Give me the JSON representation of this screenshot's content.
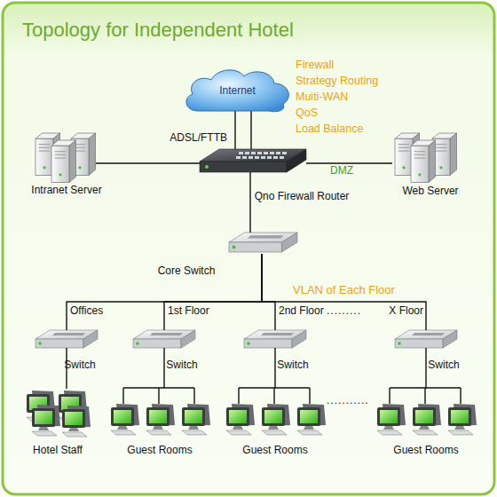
{
  "diagram": {
    "title": "Topology for Independent Hotel",
    "nodes": [
      {
        "text": [
          "Internet"
        ]
      },
      {
        "text": [
          "Intranet Server"
        ]
      },
      {
        "text": [
          "Qno Firewall Router"
        ]
      },
      {
        "text": [
          "Web Server"
        ]
      },
      {
        "text": [
          "Core Switch"
        ]
      },
      {
        "text": [
          "Switch"
        ]
      },
      {
        "text": [
          "Switch"
        ]
      },
      {
        "text": [
          "Switch"
        ]
      },
      {
        "text": [
          "Switch"
        ]
      },
      {
        "text": [
          "Hotel Staff"
        ]
      },
      {
        "text": [
          "Guest Rooms"
        ]
      },
      {
        "text": [
          "Guest Rooms"
        ]
      },
      {
        "text": [
          "Guest Rooms"
        ]
      }
    ],
    "edges": [
      {
        "from": 0,
        "to": 2,
        "arrow": "none",
        "label": "ADSL/FTTB"
      },
      {
        "from": 0,
        "to": 2,
        "arrow": "none"
      },
      {
        "from": 1,
        "to": 2,
        "arrow": "none"
      },
      {
        "from": 2,
        "to": 3,
        "arrow": "none",
        "label": "DMZ"
      },
      {
        "from": 2,
        "to": 4,
        "arrow": "none"
      },
      {
        "from": 4,
        "to": 5,
        "arrow": "none",
        "label": "Offices"
      },
      {
        "from": 4,
        "to": 6,
        "arrow": "none",
        "label": "1st Floor"
      },
      {
        "from": 4,
        "to": 7,
        "arrow": "none",
        "label": "2nd Floor"
      },
      {
        "from": 4,
        "to": 8,
        "arrow": "none",
        "label": "X Floor"
      },
      {
        "from": 5,
        "to": 9,
        "arrow": "none"
      },
      {
        "from": 6,
        "to": 10,
        "arrow": "none"
      },
      {
        "from": 7,
        "to": 11,
        "arrow": "none"
      },
      {
        "from": 8,
        "to": 12,
        "arrow": "none"
      }
    ],
    "labels": [
      "Firewall",
      "Strategy Routing",
      "Muiti-WAN",
      "QoS",
      "Load Balance",
      "VLAN of Each Floor",
      ".........",
      "..........."
    ]
  }
}
